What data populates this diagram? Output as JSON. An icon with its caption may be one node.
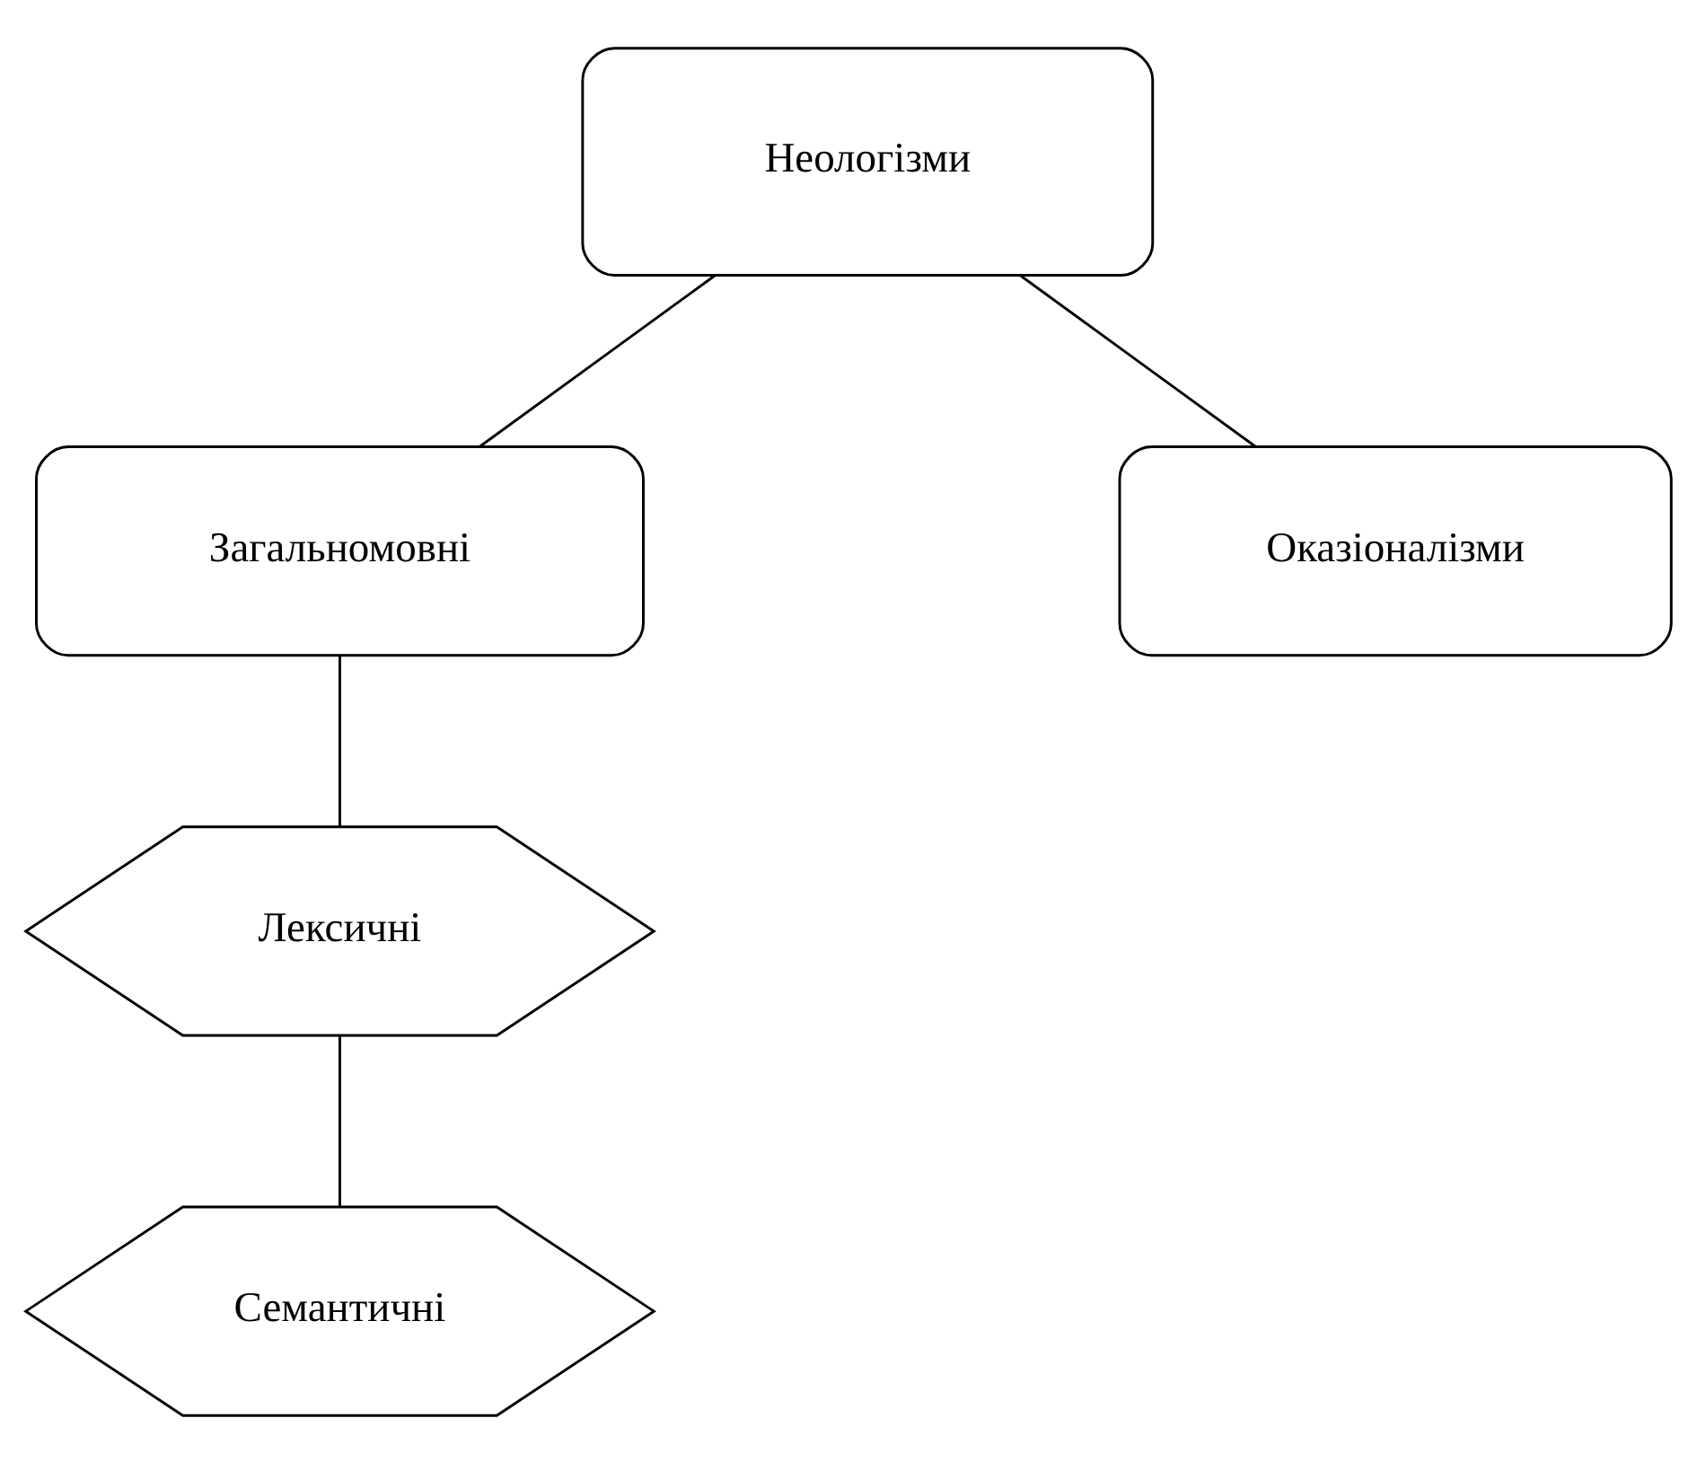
{
  "diagram": {
    "nodes": [
      {
        "text": [
          "Неологізми"
        ]
      },
      {
        "text": [
          "Загальномовні"
        ]
      },
      {
        "text": [
          "Оказіоналізми"
        ]
      },
      {
        "text": [
          "Лексичні"
        ]
      },
      {
        "text": [
          "Семантичні"
        ]
      }
    ],
    "edges": [
      {
        "from": 0,
        "to": 1,
        "arrow": "none"
      },
      {
        "from": 0,
        "to": 2,
        "arrow": "none"
      },
      {
        "from": 1,
        "to": 3,
        "arrow": "none"
      },
      {
        "from": 3,
        "to": 4,
        "arrow": "none"
      }
    ]
  }
}
